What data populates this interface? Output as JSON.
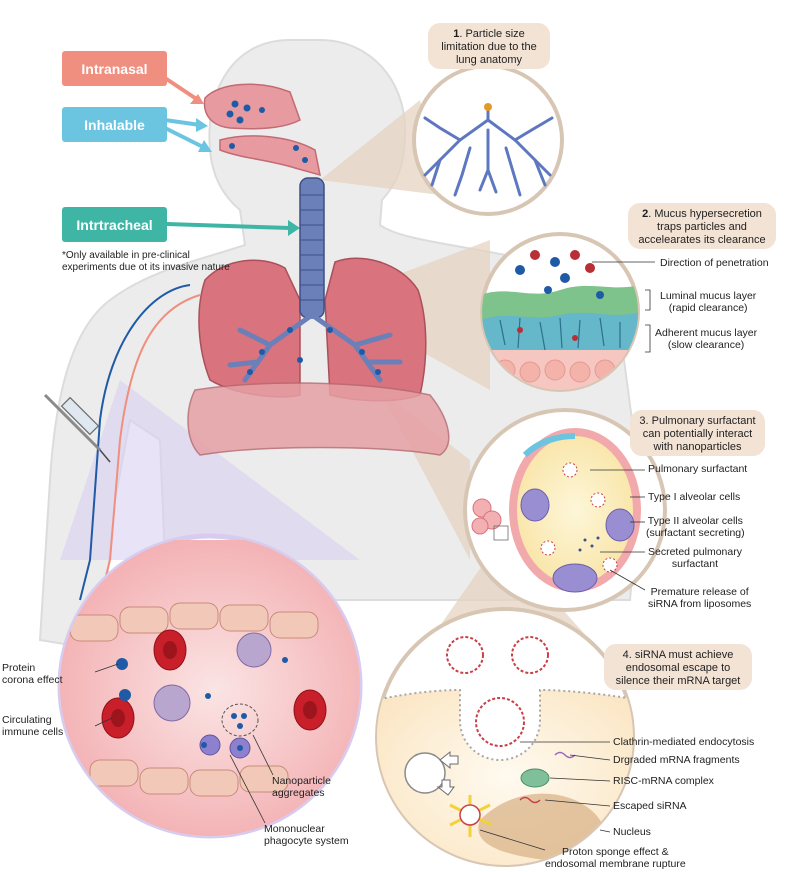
{
  "routes": {
    "intranasal": "Intranasal",
    "inhalable": "Inhalable",
    "intratracheal": "Intrtracheal",
    "intratracheal_note_line1": "*Only available in pre-clinical",
    "intratracheal_note_line2": "experiments due ot its invasive nature"
  },
  "callouts": {
    "c1_num": "1",
    "c1_line1": ". Particle size",
    "c1_line2": "limitation due to the",
    "c1_line3": "lung anatomy",
    "c2_num": "2",
    "c2_line1": ". Mucus hypersecretion",
    "c2_line2": "traps particles and",
    "c2_line3": "accelearates its clearance",
    "c3_line1": "3. Pulmonary surfactant",
    "c3_line2": "can potentially interact",
    "c3_line3": "with nanoparticles",
    "c4_line1": "4. siRNA must achieve",
    "c4_line2": "endosomal escape to",
    "c4_line3": "silence their mRNA target"
  },
  "mucus_labels": {
    "direction": "Direction of penetration",
    "luminal_1": "Luminal mucus layer",
    "luminal_2": "(rapid clearance)",
    "adherent_1": "Adherent mucus layer",
    "adherent_2": "(slow clearance)"
  },
  "alveolus_labels": {
    "surfactant": "Pulmonary surfactant",
    "type1": "Type I alveolar cells",
    "type2_1": "Type II alveolar cells",
    "type2_2": "(surfactant secreting)",
    "secreted_1": "Secreted pulmonary",
    "secreted_2": "surfactant",
    "premature_1": "Premature release of",
    "premature_2": "siRNA from liposomes"
  },
  "cell_labels": {
    "clathrin": "Clathrin-mediated endocytosis",
    "degraded": "Drgraded mRNA fragments",
    "risc": "RISC-mRNA complex",
    "escaped": "Escaped siRNA",
    "nucleus": "Nucleus",
    "proton_1": "Proton sponge effect &",
    "proton_2": "endosomal membrane rupture"
  },
  "vessel_labels": {
    "protein_1": "Protein",
    "protein_2": "corona effect",
    "immune_1": "Circulating",
    "immune_2": "immune cells",
    "aggregates_1": "Nanoparticle",
    "aggregates_2": "aggregates",
    "mps_1": "Mononuclear",
    "mps_2": "phagocyte system"
  },
  "colors": {
    "intranasal": "#f08f7f",
    "inhalable": "#6cc5e0",
    "intratracheal": "#3fb5a5",
    "callout_bg": "#f3e3d5",
    "lung": "#d9737d",
    "trachea": "#6b7fb8",
    "nanoparticle": "#1f5aa6"
  }
}
